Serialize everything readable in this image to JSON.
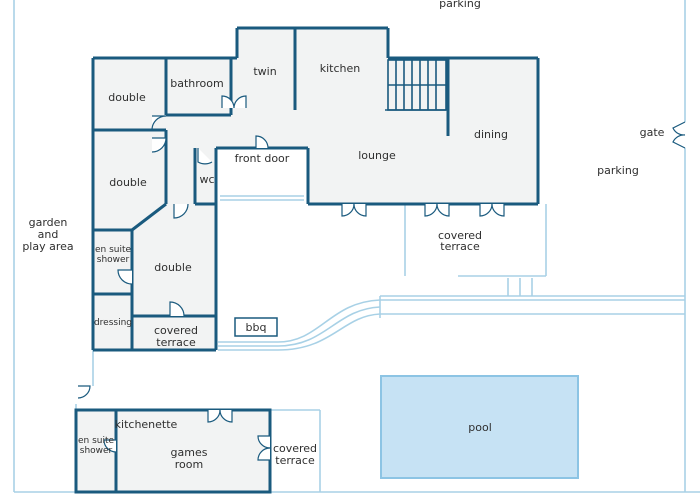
{
  "colors": {
    "wall": "#1a5a7e",
    "thin_line": "#a8d1e6",
    "floor": "#f2f3f3",
    "pool_fill": "#c6e2f4",
    "pool_border": "#8cc4e4",
    "text": "#2f2f2f"
  },
  "labels": {
    "parking_top": "parking",
    "parking_right": "parking",
    "gate": "gate",
    "garden_line1": "garden",
    "garden_line2": "and",
    "garden_line3": "play area",
    "double_top": "double",
    "bathroom": "bathroom",
    "twin": "twin",
    "kitchen": "kitchen",
    "dining": "dining",
    "lounge": "lounge",
    "front_door": "front door",
    "wc": "wc",
    "double_mid": "double",
    "double_low": "double",
    "ensuite_main_1": "en suite",
    "ensuite_main_2": "shower",
    "dressing": "dressing",
    "covered_terrace_main_1": "covered",
    "covered_terrace_main_2": "terrace",
    "covered_terrace_side_1": "covered",
    "covered_terrace_side_2": "terrace",
    "bbq": "bbq",
    "pool": "pool",
    "kitchenette": "kitchenette",
    "ensuite_games_1": "en suite",
    "ensuite_games_2": "shower",
    "games_room_1": "games",
    "games_room_2": "room",
    "covered_terrace_games_1": "covered",
    "covered_terrace_games_2": "terrace"
  }
}
